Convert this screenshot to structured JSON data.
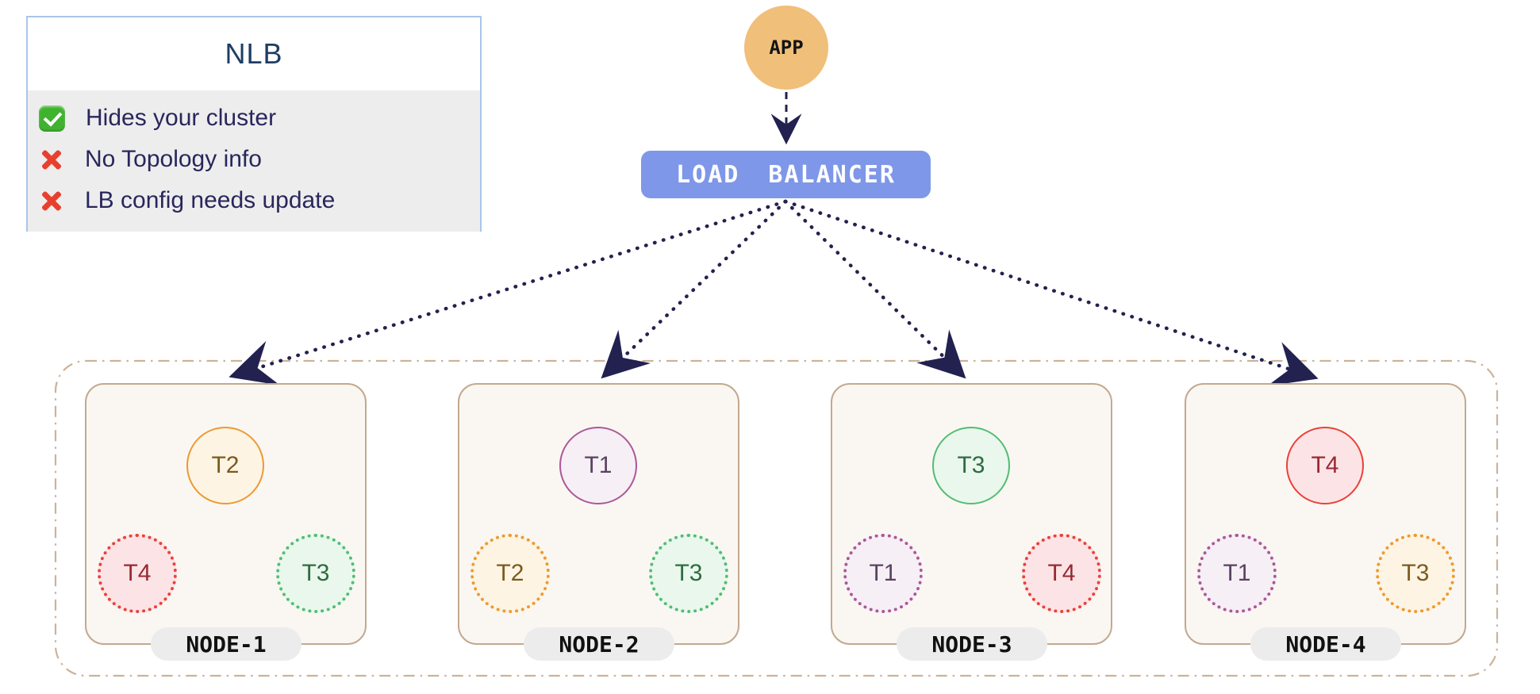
{
  "legend": {
    "title": "NLB",
    "items": [
      {
        "icon": "check",
        "text": "Hides your cluster"
      },
      {
        "icon": "cross",
        "text": "No Topology info"
      },
      {
        "icon": "cross",
        "text": "LB config needs update"
      }
    ]
  },
  "app": {
    "label": "APP"
  },
  "load_balancer": {
    "label": "LOAD BALANCER"
  },
  "cluster": {
    "nodes": [
      {
        "name": "NODE-1",
        "pods": [
          {
            "label": "T2",
            "palette": "orange",
            "style": "solid",
            "pos": "top"
          },
          {
            "label": "T4",
            "palette": "red",
            "style": "dotted",
            "pos": "bl"
          },
          {
            "label": "T3",
            "palette": "green",
            "style": "dotted",
            "pos": "br"
          }
        ]
      },
      {
        "name": "NODE-2",
        "pods": [
          {
            "label": "T1",
            "palette": "plum",
            "style": "solid",
            "pos": "top"
          },
          {
            "label": "T2",
            "palette": "orange",
            "style": "dotted",
            "pos": "bl"
          },
          {
            "label": "T3",
            "palette": "green",
            "style": "dotted",
            "pos": "br"
          }
        ]
      },
      {
        "name": "NODE-3",
        "pods": [
          {
            "label": "T3",
            "palette": "green",
            "style": "solid",
            "pos": "top"
          },
          {
            "label": "T1",
            "palette": "plum",
            "style": "dotted",
            "pos": "bl"
          },
          {
            "label": "T4",
            "palette": "red",
            "style": "dotted",
            "pos": "br"
          }
        ]
      },
      {
        "name": "NODE-4",
        "pods": [
          {
            "label": "T4",
            "palette": "red",
            "style": "solid",
            "pos": "top"
          },
          {
            "label": "T1",
            "palette": "plum",
            "style": "dotted",
            "pos": "bl"
          },
          {
            "label": "T3",
            "palette": "orange",
            "style": "dotted",
            "pos": "br"
          }
        ]
      }
    ]
  },
  "colors": {
    "arrow": "#23214f",
    "app_fill": "#f0bf79",
    "lb_fill": "#7e97e8",
    "legend_border": "#a9c6e8",
    "legend_body_bg": "#ededed",
    "legend_title": "#1f3e63",
    "legend_text": "#29265c",
    "check_green": "#3fb32e",
    "cross_red": "#e8402e",
    "cluster_border": "#ccb29a",
    "node_border": "#c3a98f",
    "node_fill": "#faf7f3",
    "pill_bg": "#ececec",
    "palettes": {
      "orange": {
        "border": "#ec9a30",
        "fill": "#fdf4e4",
        "text": "#7b5a1e"
      },
      "plum": {
        "border": "#ab5896",
        "fill": "#f6eff5",
        "text": "#5a4161"
      },
      "green": {
        "border": "#52bd72",
        "fill": "#e9f7ed",
        "text": "#2e6b40"
      },
      "red": {
        "border": "#ea4038",
        "fill": "#fce4e6",
        "text": "#992832"
      }
    }
  }
}
